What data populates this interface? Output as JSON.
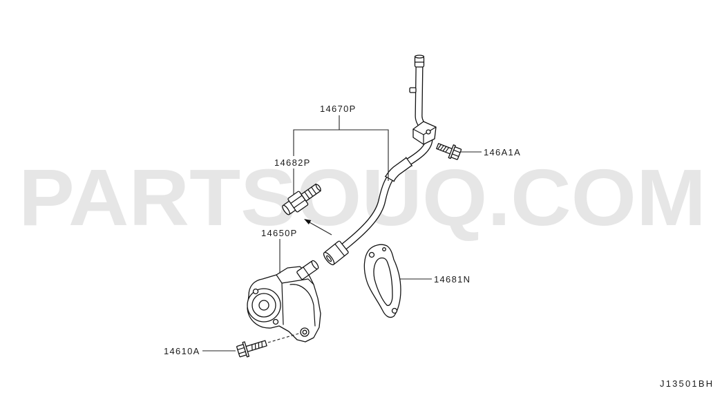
{
  "watermark": "PARTSOUQ.COM",
  "callouts": [
    "14670P",
    "14682P",
    "14650P",
    "146A1A",
    "14681N",
    "14610A"
  ],
  "diagram_code": "J13501BH",
  "colors": {
    "background": "#ffffff",
    "line": "#111111",
    "watermark": "#e6e6e6"
  }
}
